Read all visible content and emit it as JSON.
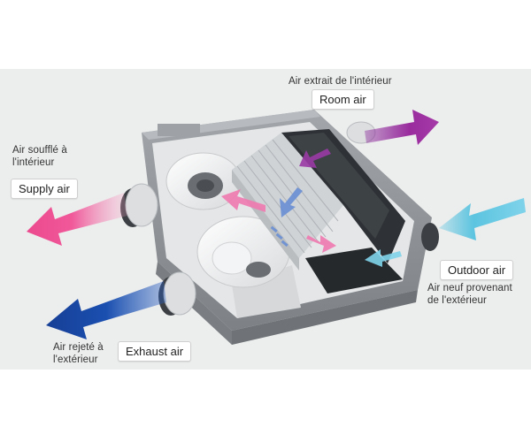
{
  "labels": {
    "room_air": {
      "caption": "Air extrait de l'intérieur",
      "tag": "Room air"
    },
    "supply_air": {
      "caption_lines": [
        "Air soufflé à",
        "l'intérieur"
      ],
      "tag": "Supply air"
    },
    "outdoor_air": {
      "caption_lines": [
        "Air neuf provenant",
        "de l'extérieur"
      ],
      "tag": "Outdoor air"
    },
    "exhaust_air": {
      "caption_lines": [
        "Air rejeté à",
        "l'extérieur"
      ],
      "tag": "Exhaust air"
    }
  },
  "colors": {
    "room_air": "#8a2a9a",
    "supply_air": "#f0589a",
    "outdoor_air": "#5cc4e0",
    "exhaust_air": "#1a4fb0",
    "casing": "#8f9397",
    "background": "#eceded"
  }
}
